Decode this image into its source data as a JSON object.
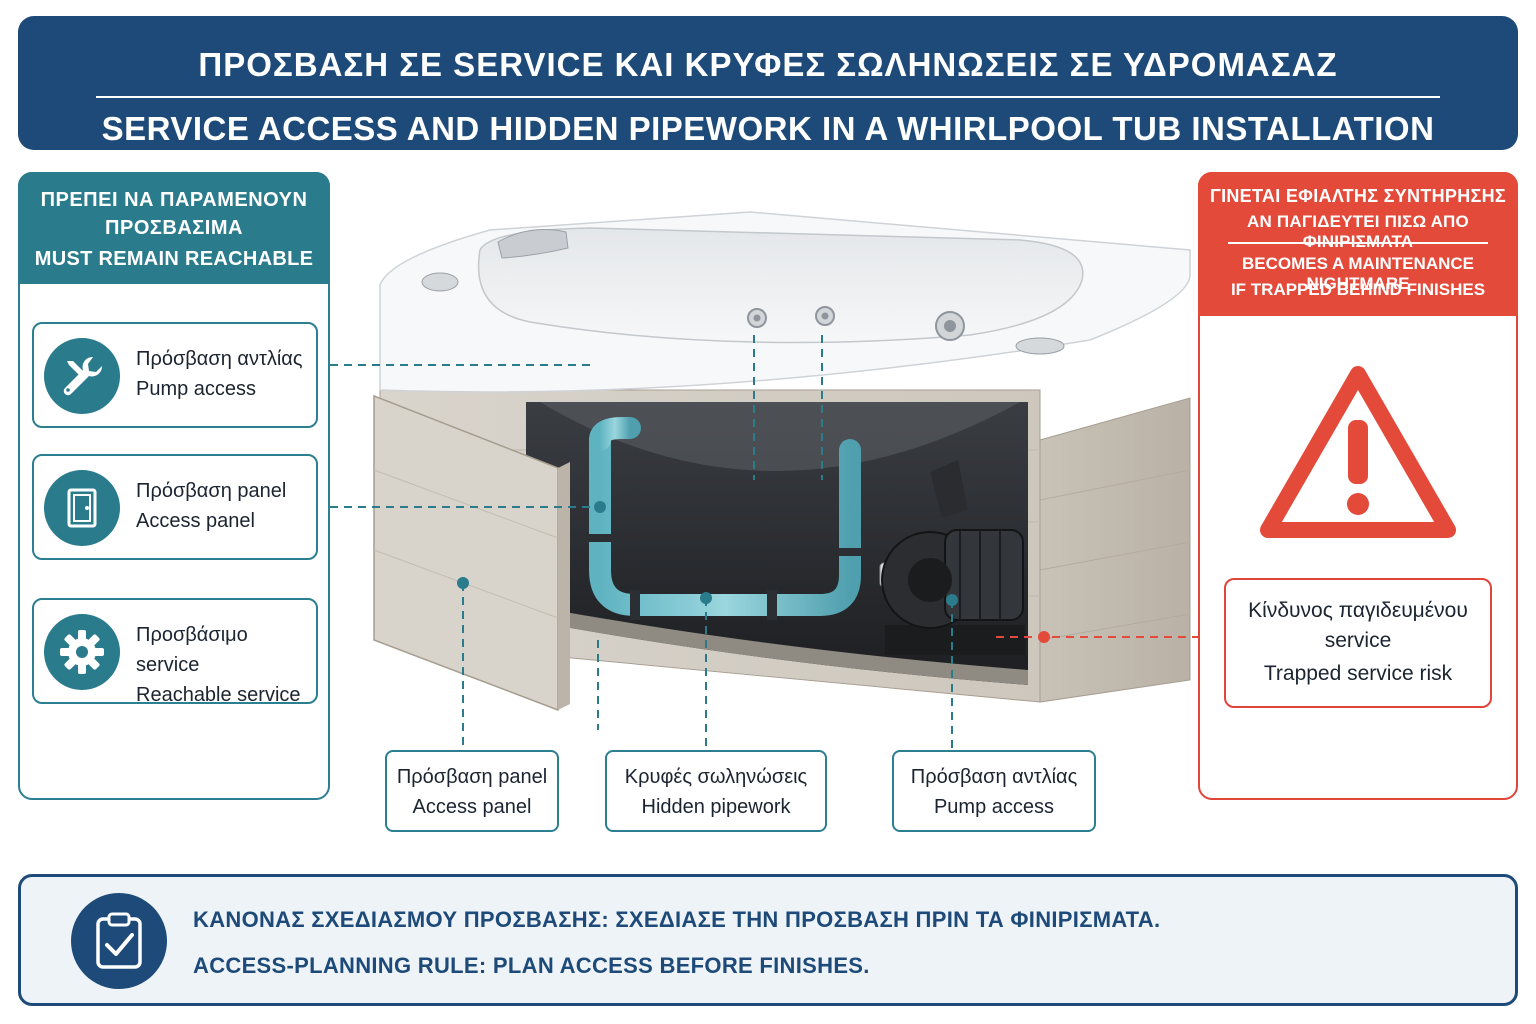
{
  "header": {
    "title_greek": "ΠΡΟΣΒΑΣΗ ΣΕ SERVICE ΚΑΙ ΚΡΥΦΕΣ ΣΩΛΗΝΩΣΕΙΣ ΣΕ ΥΔΡΟΜΑΣΑΖ",
    "title_english": "SERVICE ACCESS AND HIDDEN PIPEWORK IN A WHIRLPOOL TUB INSTALLATION"
  },
  "left_panel": {
    "heading_greek_line1": "ΠΡΕΠΕΙ ΝΑ ΠΑΡΑΜΕΝΟΥΝ",
    "heading_greek_line2": "ΠΡΟΣΒΑΣΙΜΑ",
    "heading_english": "MUST REMAIN REACHABLE",
    "items": [
      {
        "icon": "wrench-icon",
        "greek": "Πρόσβαση αντλίας",
        "english": "Pump access"
      },
      {
        "icon": "door-panel-icon",
        "greek": "Πρόσβαση panel",
        "english": "Access panel"
      },
      {
        "icon": "gear-icon",
        "greek": "Προσβάσιμο service",
        "english": "Reachable service"
      }
    ]
  },
  "right_panel": {
    "heading_greek_line1": "ΓΙΝΕΤΑΙ ΕΦΙΑΛΤΗΣ ΣΥΝΤΗΡΗΣΗΣ",
    "heading_greek_line2": "ΑΝ ΠΑΓΙΔΕΥΤΕΙ ΠΙΣΩ ΑΠΟ ΦΙΝΙΡΙΣΜΑΤΑ",
    "heading_english_line1": "BECOMES A MAINTENANCE NIGHTMARE",
    "heading_english_line2": "IF TRAPPED BEHIND FINISHES",
    "warning_icon": "warning-triangle-icon",
    "risk_greek_line1": "Κίνδυνος παγιδευμένου",
    "risk_greek_line2": "service",
    "risk_english": "Trapped service risk"
  },
  "callouts": [
    {
      "greek": "Πρόσβαση panel",
      "english": "Access panel"
    },
    {
      "greek": "Κρυφές σωληνώσεις",
      "english": "Hidden pipework"
    },
    {
      "greek": "Πρόσβαση αντλίας",
      "english": "Pump access"
    }
  ],
  "footer": {
    "icon": "clipboard-check-icon",
    "line_greek": "ΚΑΝΟΝΑΣ ΣΧΕΔΙΑΣΜΟΥ ΠΡΟΣΒΑΣΗΣ: ΣΧΕΔΙΑΣΕ ΤΗΝ ΠΡΟΣΒΑΣΗ ΠΡΙΝ ΤΑ ΦΙΝΙΡΙΣΜΑΤΑ.",
    "line_english": "ACCESS-PLANNING RULE: PLAN ACCESS BEFORE FINISHES."
  },
  "colors": {
    "navy": "#1d4a78",
    "teal": "#2a7b8c",
    "red": "#e34a3a",
    "pipe": "#6fc0cc"
  }
}
